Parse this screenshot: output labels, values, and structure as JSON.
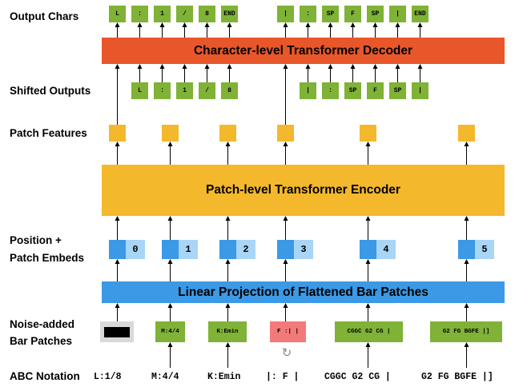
{
  "row_labels": {
    "output_chars": "Output Chars",
    "shifted_outputs": "Shifted Outputs",
    "patch_features": "Patch Features",
    "position_line1": "Position +",
    "position_line2": "Patch Embeds",
    "noise_line1": "Noise-added",
    "noise_line2": "Bar Patches",
    "abc_notation": "ABC Notation"
  },
  "blocks": {
    "decoder": "Character-level Transformer Decoder",
    "encoder": "Patch-level Transformer Encoder",
    "projection": "Linear Projection of Flattened Bar Patches"
  },
  "output_chars_group1": [
    "L",
    ":",
    "1",
    "/",
    "8",
    "END"
  ],
  "output_chars_group2": [
    "|",
    ":",
    "SP",
    "F",
    "SP",
    "|",
    "END"
  ],
  "shifted_group1": [
    "L",
    ":",
    "1",
    "/",
    "8"
  ],
  "shifted_group2": [
    "|",
    ":",
    "SP",
    "F",
    "SP",
    "|"
  ],
  "position_indices": [
    "0",
    "1",
    "2",
    "3",
    "4",
    "5"
  ],
  "noise_patches": [
    "",
    "M:4/4",
    "K:Emin",
    "F :| |",
    "CGGC G2 CG |",
    "G2 FG BGFE |]"
  ],
  "abc_tokens": [
    "L:1/8",
    "M:4/4",
    "K:Emin",
    "|: F |",
    "CGGC G2 CG |",
    "G2 FG BGFE |]"
  ],
  "noise_symbol": "↻",
  "colors": {
    "decoder": "#e8572a",
    "encoder": "#f4b82c",
    "projection": "#3b99e6",
    "token": "#7fb236",
    "masked_patch": "#000000",
    "masked_bg": "#d9d9d9",
    "noisy_patch": "#f47a7a",
    "position_bg": "#a9d5f6"
  }
}
